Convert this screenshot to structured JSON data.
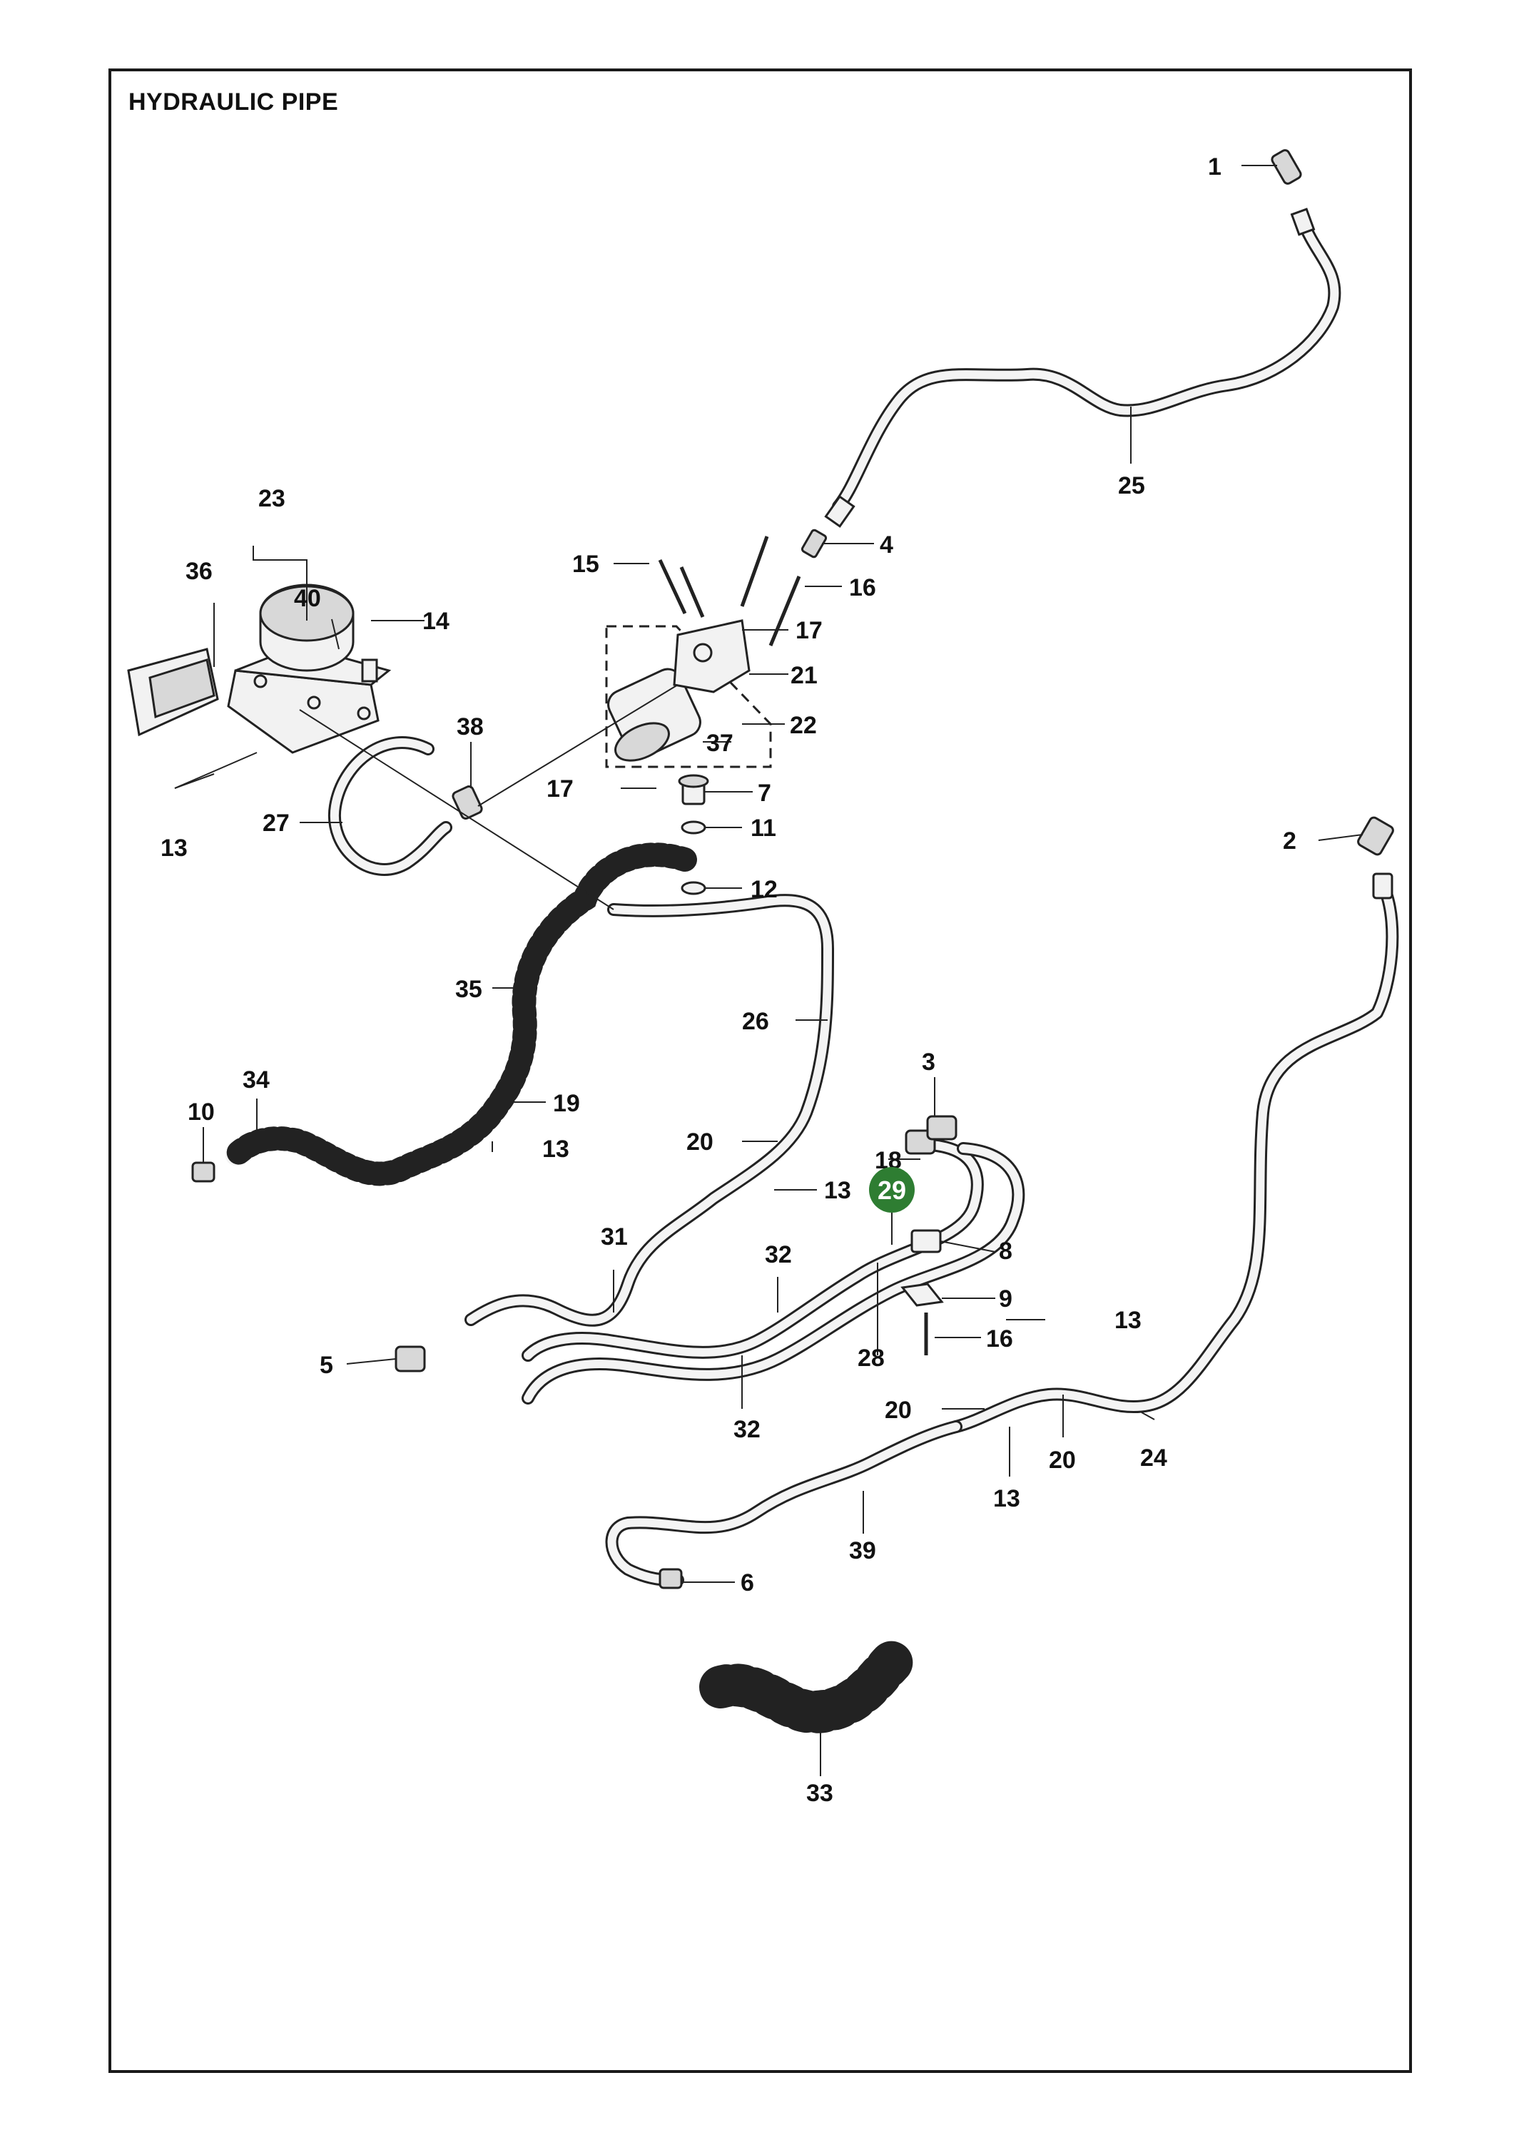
{
  "title": "HYDRAULIC PIPE",
  "highlight": {
    "label": "29",
    "color": "#2e7d32"
  },
  "callouts": [
    {
      "id": "c1",
      "text": "1"
    },
    {
      "id": "c2",
      "text": "2"
    },
    {
      "id": "c3",
      "text": "3"
    },
    {
      "id": "c4",
      "text": "4"
    },
    {
      "id": "c5",
      "text": "5"
    },
    {
      "id": "c6",
      "text": "6"
    },
    {
      "id": "c7",
      "text": "7"
    },
    {
      "id": "c8",
      "text": "8"
    },
    {
      "id": "c9",
      "text": "9"
    },
    {
      "id": "c10",
      "text": "10"
    },
    {
      "id": "c11",
      "text": "11"
    },
    {
      "id": "c12",
      "text": "12"
    },
    {
      "id": "c13a",
      "text": "13"
    },
    {
      "id": "c13b",
      "text": "13"
    },
    {
      "id": "c13c",
      "text": "13"
    },
    {
      "id": "c13d",
      "text": "13"
    },
    {
      "id": "c13e",
      "text": "13"
    },
    {
      "id": "c14",
      "text": "14"
    },
    {
      "id": "c15",
      "text": "15"
    },
    {
      "id": "c16a",
      "text": "16"
    },
    {
      "id": "c16b",
      "text": "16"
    },
    {
      "id": "c17a",
      "text": "17"
    },
    {
      "id": "c17b",
      "text": "17"
    },
    {
      "id": "c18",
      "text": "18"
    },
    {
      "id": "c19",
      "text": "19"
    },
    {
      "id": "c20a",
      "text": "20"
    },
    {
      "id": "c20b",
      "text": "20"
    },
    {
      "id": "c20c",
      "text": "20"
    },
    {
      "id": "c21",
      "text": "21"
    },
    {
      "id": "c22",
      "text": "22"
    },
    {
      "id": "c23",
      "text": "23"
    },
    {
      "id": "c24",
      "text": "24"
    },
    {
      "id": "c25",
      "text": "25"
    },
    {
      "id": "c26",
      "text": "26"
    },
    {
      "id": "c27",
      "text": "27"
    },
    {
      "id": "c28",
      "text": "28"
    },
    {
      "id": "c31",
      "text": "31"
    },
    {
      "id": "c32a",
      "text": "32"
    },
    {
      "id": "c32b",
      "text": "32"
    },
    {
      "id": "c33",
      "text": "33"
    },
    {
      "id": "c34",
      "text": "34"
    },
    {
      "id": "c35",
      "text": "35"
    },
    {
      "id": "c36",
      "text": "36"
    },
    {
      "id": "c37",
      "text": "37"
    },
    {
      "id": "c38",
      "text": "38"
    },
    {
      "id": "c39",
      "text": "39"
    },
    {
      "id": "c40",
      "text": "40"
    }
  ]
}
